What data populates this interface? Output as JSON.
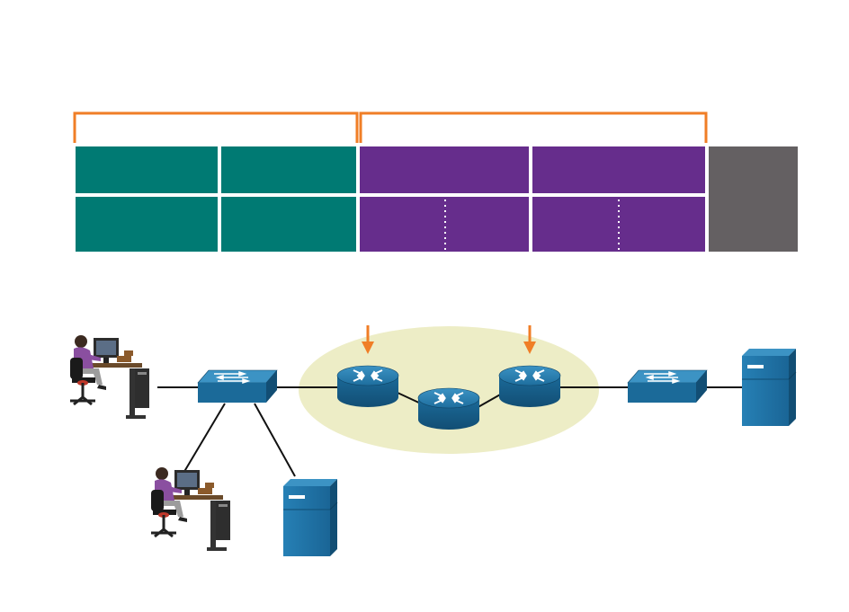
{
  "colors": {
    "bracket": "#F07E26",
    "teal": "#007A73",
    "purple": "#662D8C",
    "gray": "#646062",
    "cloud": "#EDEDC6",
    "device": "#1F73A5",
    "device_dark": "#14557D",
    "link": "#111111"
  },
  "header_cells": {
    "teal_top": [
      "",
      ""
    ],
    "teal_bottom": [
      "",
      ""
    ],
    "purple_top": [
      "",
      ""
    ],
    "purple_bottom": [
      "",
      ""
    ],
    "gray": ""
  },
  "network": {
    "hosts": [
      "pc-user",
      "pc-user"
    ],
    "servers": [
      "server",
      "server"
    ],
    "switches": [
      "switch",
      "switch"
    ],
    "routers": [
      "router",
      "router",
      "router"
    ],
    "icons": {
      "pc": "pc-icon",
      "server": "server-icon",
      "switch": "switch-icon",
      "router": "router-icon",
      "arrow": "arrow-down-icon"
    }
  }
}
